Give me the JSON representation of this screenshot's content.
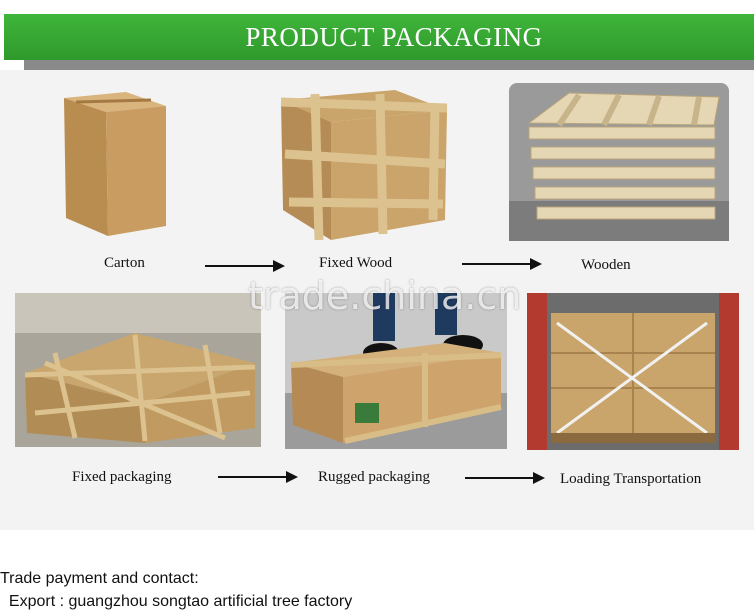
{
  "header": {
    "title": "PRODUCT PACKAGING"
  },
  "row1": {
    "items": [
      {
        "label": "Carton"
      },
      {
        "label": "Fixed Wood"
      },
      {
        "label": "Wooden"
      }
    ]
  },
  "row2": {
    "items": [
      {
        "label": "Fixed packaging"
      },
      {
        "label": "Rugged packaging"
      },
      {
        "label": "Loading Transportation"
      }
    ]
  },
  "watermark": "trade.china.cn",
  "footer": {
    "line1": "Trade payment and contact:",
    "line2": "  Export : guangzhou songtao artificial tree factory"
  },
  "colors": {
    "banner": "#33a52f",
    "cardboard": "#c9a56b",
    "wood": "#d9c08a"
  }
}
